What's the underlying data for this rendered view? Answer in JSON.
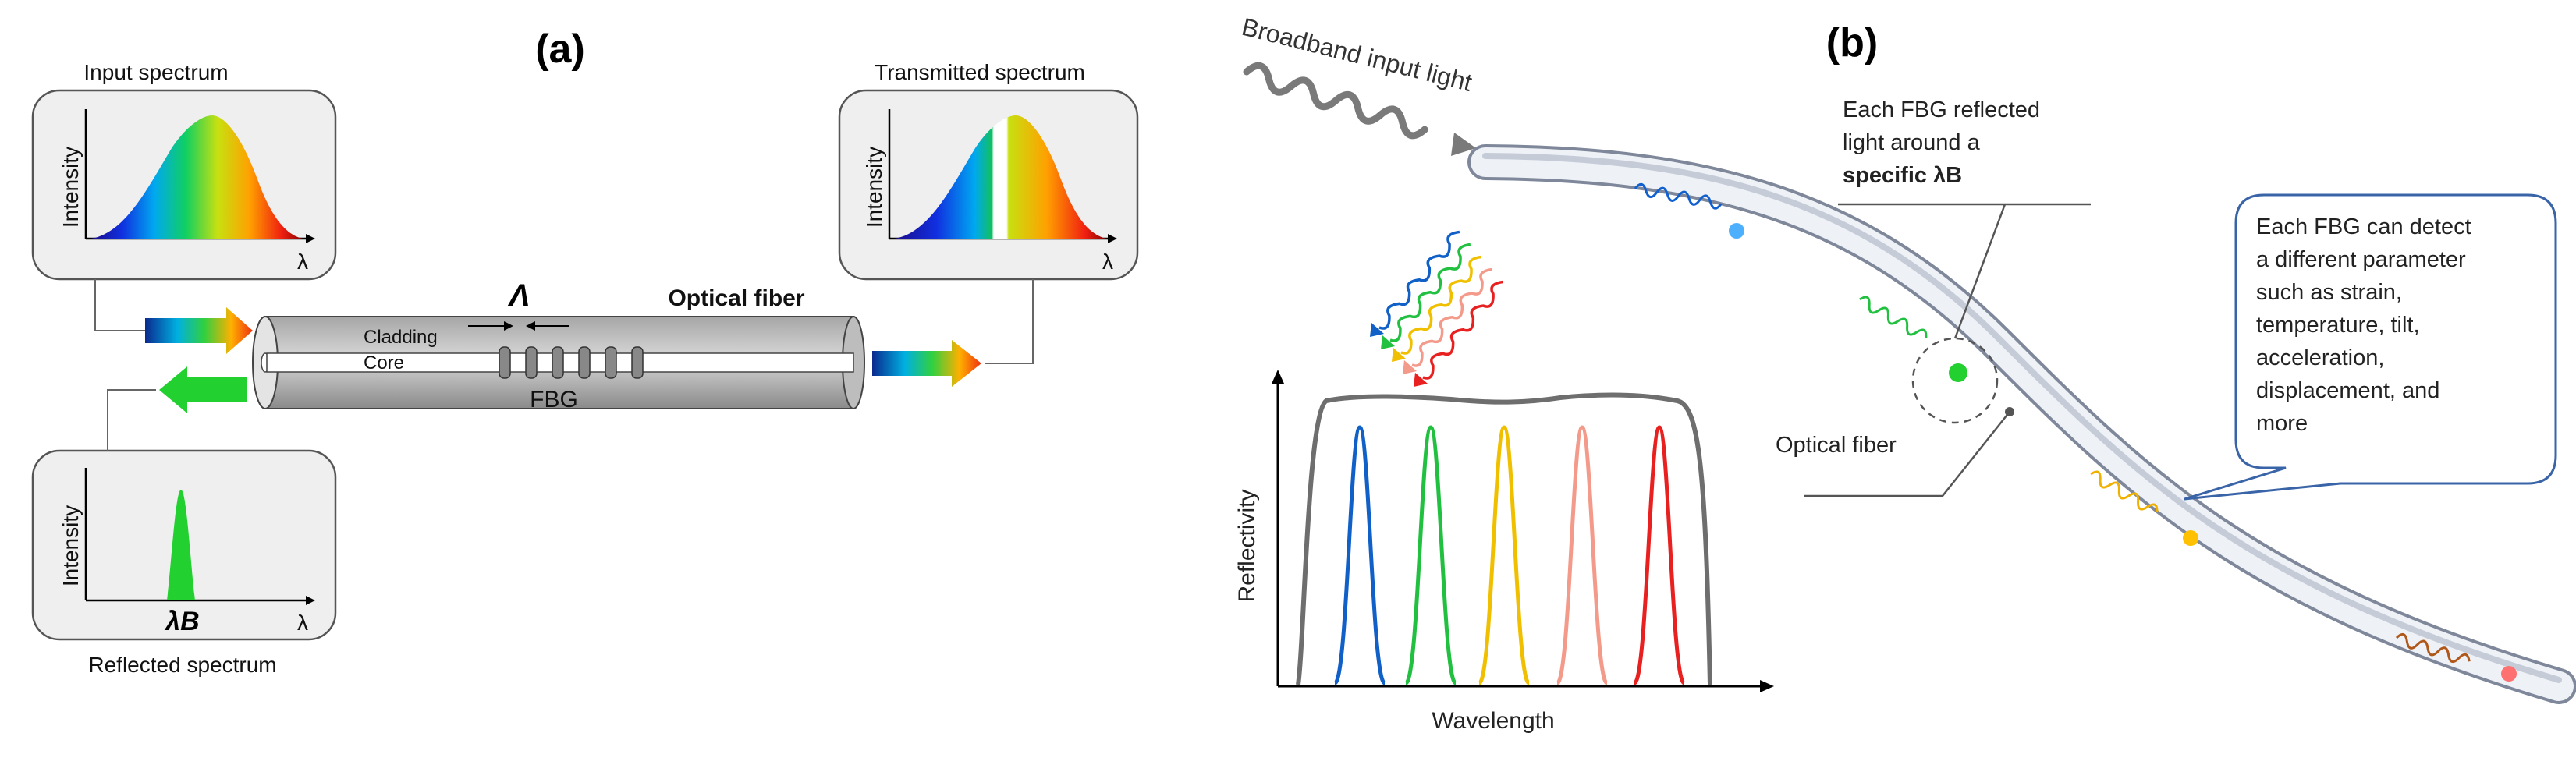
{
  "panel_a": {
    "label": "(a)",
    "input_spectrum": {
      "title": "Input spectrum",
      "ylabel": "Intensity",
      "xlabel": "λ"
    },
    "transmitted_spectrum": {
      "title": "Transmitted spectrum",
      "ylabel": "Intensity",
      "xlabel": "λ"
    },
    "reflected_spectrum": {
      "title": "Reflected spectrum",
      "ylabel": "Intensity",
      "xlabel": "λ",
      "peak_label": "λB"
    },
    "fiber": {
      "title": "Optical fiber",
      "cladding": "Cladding",
      "core": "Core",
      "grating": "FBG",
      "period": "Λ"
    }
  },
  "panel_b": {
    "label": "(b)",
    "input_light": "Broadband input light",
    "reflect_note": [
      "Each FBG reflected",
      "light around a",
      "specific λB"
    ],
    "fiber_label": "Optical fiber",
    "callout": [
      "Each FBG can detect",
      "a different parameter",
      "such as strain,",
      "temperature, tilt,",
      "acceleration,",
      "displacement, and",
      "more"
    ],
    "chart": {
      "xlabel": "Wavelength",
      "ylabel": "Reflectivity"
    }
  },
  "colors": {
    "peaks": [
      "#1060c8",
      "#22c040",
      "#f0c000",
      "#f49a8a",
      "#e82020"
    ],
    "fiber": "#c9ced8",
    "panel_bg": "#efefef"
  }
}
